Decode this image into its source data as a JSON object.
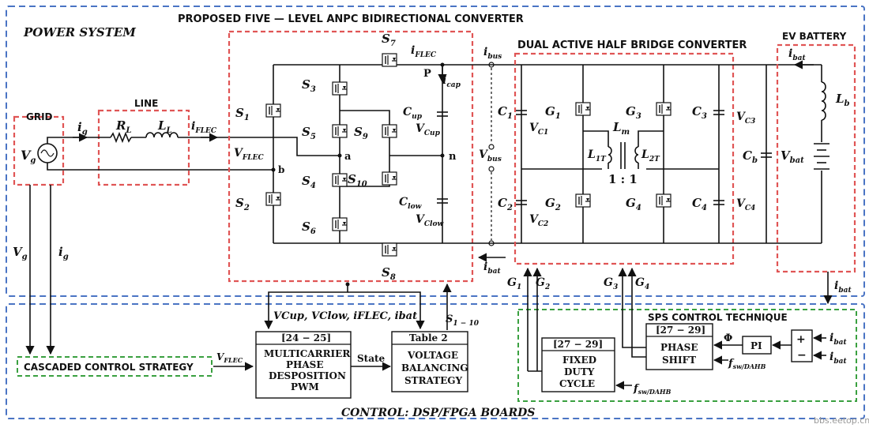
{
  "regions": {
    "power_system": "POWER SYSTEM",
    "control_boards": "CONTROL: DSP/FPGA BOARDS",
    "anpc_title": "PROPOSED FIVE — LEVEL ANPC BIDIRECTIONAL CONVERTER",
    "dahb_title": "DUAL ACTIVE HALF BRIDGE CONVERTER",
    "ev_title": "EV BATTERY",
    "grid": "GRID",
    "line": "LINE",
    "sps_title": "SPS CONTROL TECHNIQUE"
  },
  "grid_labels": {
    "vg": "V",
    "vg_sub": "g",
    "ig": "i",
    "ig_sub": "g"
  },
  "line_labels": {
    "rl": "R",
    "rl_sub": "L",
    "ll": "L",
    "ll_sub": "L",
    "iflec": "i",
    "iflec_sub": "FLEC"
  },
  "anpc_labels": {
    "s1": "S",
    "s1_sub": "1",
    "s2": "S",
    "s2_sub": "2",
    "s3": "S",
    "s3_sub": "3",
    "s4": "S",
    "s4_sub": "4",
    "s5": "S",
    "s5_sub": "5",
    "s6": "S",
    "s6_sub": "6",
    "s7": "S",
    "s7_sub": "7",
    "s8": "S",
    "s8_sub": "8",
    "s9": "S",
    "s9_sub": "9",
    "s10": "S",
    "s10_sub": "10",
    "vflec": "V",
    "vflec_sub": "FLEC",
    "node_a": "a",
    "node_b": "b",
    "node_n": "n",
    "node_p": "P",
    "cup": "C",
    "cup_sub": "up",
    "vcup": "V",
    "vcup_sub": "Cup",
    "clow": "C",
    "clow_sub": "low",
    "vclow": "V",
    "vclow_sub": "Clow",
    "icap": "i",
    "icap_sub": "cap",
    "iflec_top": "i",
    "iflec_top_sub": "FLEC"
  },
  "bus_labels": {
    "ibus": "i",
    "ibus_sub": "bus",
    "vbus": "V",
    "vbus_sub": "bus",
    "ibat": "i",
    "ibat_sub": "bat"
  },
  "dahb_labels": {
    "c1": "C",
    "c1_sub": "1",
    "vc1": "V",
    "vc1_sub": "C1",
    "c2": "C",
    "c2_sub": "2",
    "vc2": "V",
    "vc2_sub": "C2",
    "g1": "G",
    "g1_sub": "1",
    "g2": "G",
    "g2_sub": "2",
    "g3": "G",
    "g3_sub": "3",
    "g4": "G",
    "g4_sub": "4",
    "lm": "L",
    "lm_sub": "m",
    "l1t": "L",
    "l1t_sub": "1T",
    "l2t": "L",
    "l2t_sub": "2T",
    "ratio": "1 : 1",
    "c3": "C",
    "c3_sub": "3",
    "vc3": "V",
    "vc3_sub": "C3",
    "c4": "C",
    "c4_sub": "4",
    "vc4": "V",
    "vc4_sub": "C4"
  },
  "ev_labels": {
    "ibat": "i",
    "ibat_sub": "bat",
    "lb": "L",
    "lb_sub": "b",
    "cb": "C",
    "cb_sub": "b",
    "vbat": "V",
    "vbat_sub": "bat"
  },
  "control": {
    "vg": "V",
    "vg_sub": "g",
    "ig": "i",
    "ig_sub": "g",
    "cascaded": "CASCADED CONTROL STRATEGY",
    "vflec_ref": "V",
    "vflec_ref_sub": "FLEC",
    "feedback": "V",
    "feedback_rest": "Cup, VClow, iFLEC, ibat",
    "mc_ref": "[24 − 25]",
    "mc_l1": "MULTICARRIER",
    "mc_l2": "PHASE",
    "mc_l3": "DESPOSITION",
    "mc_l4": "PWM",
    "state": "State",
    "tbl_ref": "Table 2",
    "vb_l1": "VOLTAGE",
    "vb_l2": "BALANCING",
    "vb_l3": "STRATEGY",
    "s_out": "S",
    "s_out_sub": "1 − 10",
    "gate_g1": "G",
    "gate_g1_sub": "1",
    "gate_g2": "G",
    "gate_g2_sub": "2",
    "gate_g3": "G",
    "gate_g3_sub": "3",
    "gate_g4": "G",
    "gate_g4_sub": "4",
    "fd_ref": "[27 − 29]",
    "fd_l1": "FIXED",
    "fd_l2": "DUTY",
    "fd_l3": "CYCLE",
    "fsw1": "f",
    "fsw1_sub": "sw/DAHB",
    "ps_ref": "[27 − 29]",
    "ps_l1": "PHASE",
    "ps_l2": "SHIFT",
    "fsw2": "f",
    "fsw2_sub": "sw/DAHB",
    "phi": "Φ",
    "pi": "PI",
    "plus": "+",
    "minus": "−",
    "ibat_ref": "i",
    "ibat_ref_sub": "bat",
    "ibat_meas": "i",
    "ibat_meas_sub": "bat",
    "ibat_out": "i",
    "ibat_out_sub": "bat"
  },
  "watermark": "bbs.eetop.cn",
  "colors": {
    "system_border": "#4a74c4",
    "block_border": "#e05555",
    "control_border": "#3aa040"
  }
}
